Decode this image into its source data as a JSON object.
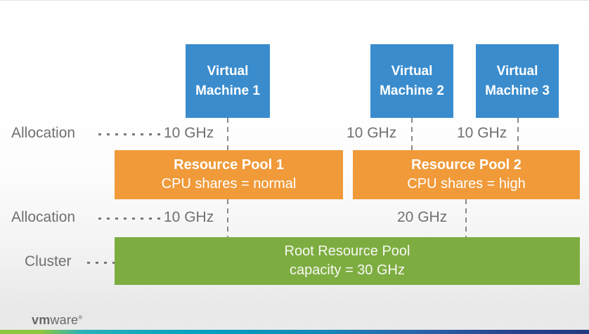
{
  "colors": {
    "vm_blue": "#3a8ccd",
    "pool_orange": "#f09a3a",
    "root_green": "#7dad40",
    "label_gray": "#6e7072",
    "logo_gray": "#696769",
    "strip_green": "#8cc63f",
    "strip_teal": "#00a0c0",
    "strip_navy": "#233a80"
  },
  "diagram": {
    "vms": [
      {
        "label": "Virtual Machine 1",
        "allocation": "10 GHz"
      },
      {
        "label": "Virtual Machine 2",
        "allocation": "10 GHz"
      },
      {
        "label": "Virtual Machine 3",
        "allocation": "10 GHz"
      }
    ],
    "rows": {
      "allocation1_label": "Allocation",
      "allocation2_label": "Allocation",
      "cluster_label": "Cluster"
    },
    "pools": [
      {
        "title": "Resource Pool 1",
        "subtitle": "CPU shares = normal",
        "allocation": "10 GHz"
      },
      {
        "title": "Resource Pool 2",
        "subtitle": "CPU shares = high",
        "allocation": "20 GHz"
      }
    ],
    "root_pool": {
      "title": "Root Resource Pool",
      "subtitle": "capacity = 30 GHz"
    }
  },
  "branding": {
    "logo_bold": "vm",
    "logo_light": "ware",
    "logo_mark": "®"
  }
}
